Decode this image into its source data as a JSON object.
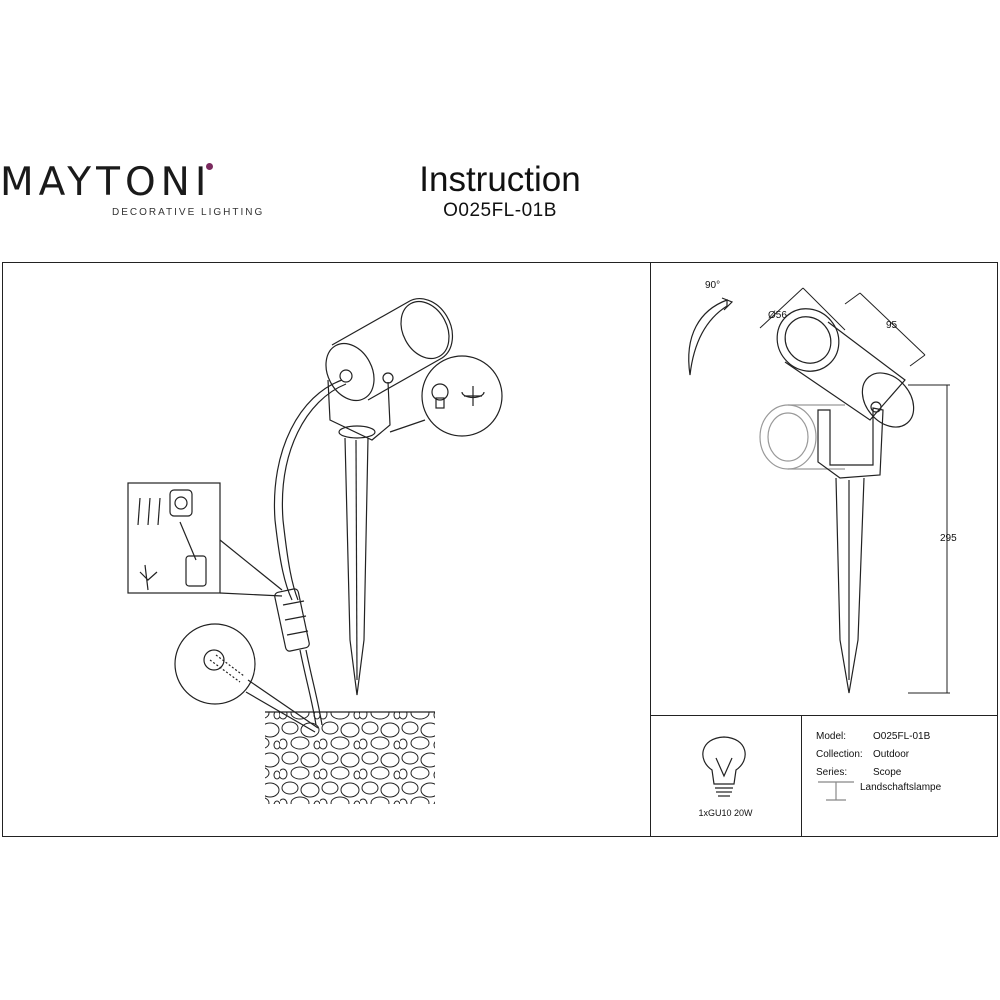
{
  "brand": {
    "name": "MAYTONI",
    "tagline": "DECORATIVE LIGHTING"
  },
  "header": {
    "title": "Instruction",
    "model_code": "O025FL-01B"
  },
  "dimensions": {
    "rotation": "90°",
    "diameter": "Ø56",
    "length": "95",
    "height": "295"
  },
  "bulb": {
    "label": "1xGU10 20W"
  },
  "specs": {
    "model_label": "Model:",
    "model_value": "O025FL-01B",
    "collection_label": "Collection:",
    "collection_value": "Outdoor",
    "series_label": "Series:",
    "series_value": "Scope",
    "type_value": "Landschaftslampe"
  },
  "colors": {
    "brand_accent": "#7a2a5e",
    "line": "#222222"
  }
}
